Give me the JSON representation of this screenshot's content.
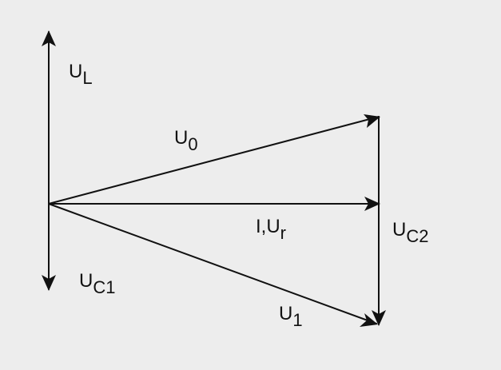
{
  "diagram": {
    "stroke_color": "#111111",
    "background_color": "#ededed",
    "labels": {
      "ul": {
        "main": "U",
        "sub": "L"
      },
      "u0": {
        "main": "U",
        "sub": "0"
      },
      "i_ur": {
        "main": "I,U",
        "sub": "r"
      },
      "uc2": {
        "main": "U",
        "sub": "C2"
      },
      "uc1": {
        "main": "U",
        "sub": "C1"
      },
      "u1": {
        "main": "U",
        "sub": "1"
      }
    }
  }
}
